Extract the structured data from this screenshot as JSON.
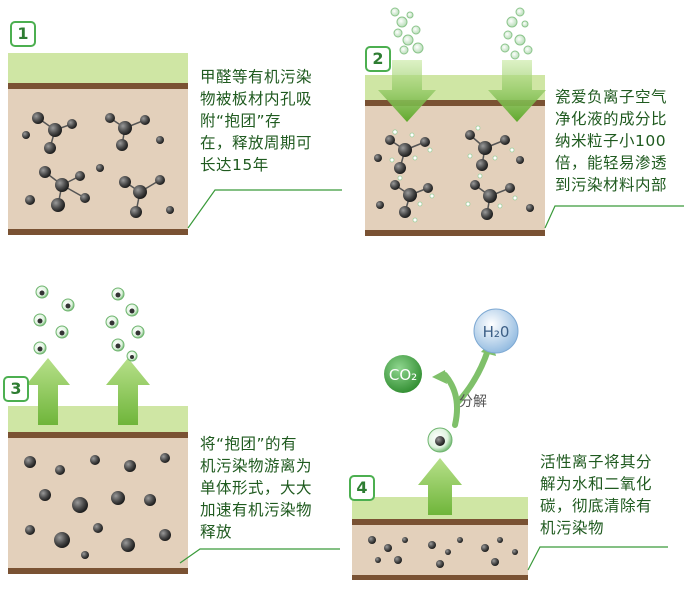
{
  "steps": [
    {
      "num": "1",
      "caption": [
        "甲醛等有机污染",
        "物被板材内孔吸",
        "附“抱团”存",
        "在，释放周期可",
        "长达15年"
      ]
    },
    {
      "num": "2",
      "caption": [
        "瓷爱负离子空气",
        "净化液的成分比",
        "纳米粒子小100",
        "倍，能轻易渗透",
        "到污染材料内部"
      ]
    },
    {
      "num": "3",
      "caption": [
        "将“抱团”的有",
        "机污染物游离为",
        "单体形式，大大",
        "加速有机污染物",
        "释放"
      ]
    },
    {
      "num": "4",
      "caption": [
        "活性离子将其分",
        "解为水和二氧化",
        "碳，彻底清除有",
        "机污染物"
      ]
    }
  ],
  "labels": {
    "decompose": "分解",
    "co2": "CO₂",
    "h2o": "H₂0"
  },
  "colors": {
    "top_green": "#cfe6a4",
    "soil": "#e3d0bb",
    "brown_line": "#7a5233",
    "arrow_green": "#8dc94f",
    "caption_text": "#1f5a1f",
    "leader_line": "#3a9a3a",
    "co2_fill": "#4caf50",
    "h2o_fill": "#a9c9e8"
  }
}
